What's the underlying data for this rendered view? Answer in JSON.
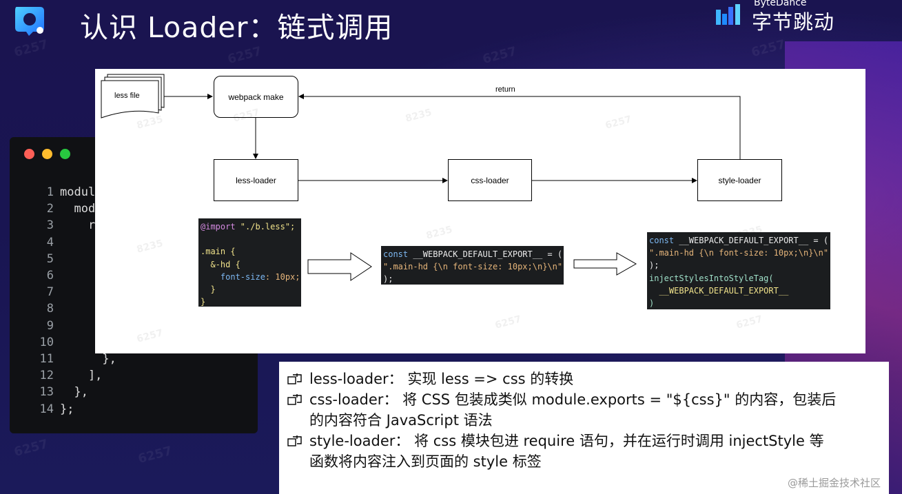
{
  "slide": {
    "title": "认识 Loader：链式调用",
    "brand_en": "ByteDance",
    "brand_cn": "字节跳动",
    "watermark": "@稀土掘金技术社区",
    "bg_watermarks": [
      "6257",
      "8235"
    ]
  },
  "editor": {
    "lines": [
      {
        "num": "1",
        "text": "module"
      },
      {
        "num": "2",
        "text": "  modu"
      },
      {
        "num": "3",
        "text": "    ru"
      },
      {
        "num": "4",
        "text": ""
      },
      {
        "num": "5",
        "text": ""
      },
      {
        "num": "6",
        "text": ""
      },
      {
        "num": "7",
        "text": ""
      },
      {
        "num": "8",
        "text": ""
      },
      {
        "num": "9",
        "text": ""
      },
      {
        "num": "10",
        "text": ""
      },
      {
        "num": "11",
        "text": "      },"
      },
      {
        "num": "12",
        "text": "    ],"
      },
      {
        "num": "13",
        "text": "  },"
      },
      {
        "num": "14",
        "text": "};"
      }
    ]
  },
  "diagram": {
    "less_file": "less file",
    "webpack_make": "webpack make",
    "return_label": "return",
    "less_loader": "less-loader",
    "css_loader": "css-loader",
    "style_loader": "style-loader",
    "snippet1": {
      "l1a": "@import",
      "l1b": " \"./b.less\";",
      "l3": ".main {",
      "l4": "  &-hd {",
      "l5a": "    font-size",
      "l5b": ": 10px;",
      "l6": "  }",
      "l7": "}"
    },
    "snippet2": {
      "l1a": "const",
      "l1b": " __WEBPACK_DEFAULT_EXPORT__ = (",
      "l2": "\".main-hd {\\n font-size: 10px;\\n}\\n\"",
      "l3": ");"
    },
    "snippet3": {
      "l1a": "const",
      "l1b": " __WEBPACK_DEFAULT_EXPORT__ = (",
      "l2": "\".main-hd {\\n font-size: 10px;\\n}\\n\"",
      "l3": ");",
      "l4": "injectStylesIntoStyleTag(",
      "l5": "  __WEBPACK_DEFAULT_EXPORT__",
      "l6": ")"
    }
  },
  "notes": [
    {
      "l1": "less-loader： 实现 less => css 的转换",
      "l2": ""
    },
    {
      "l1": "css-loader： 将 CSS 包装成类似 module.exports = \"${css}\" 的内容，包装后",
      "l2": "的内容符合 JavaScript 语法"
    },
    {
      "l1": "style-loader：  将 css 模块包进 require 语句，并在运行时调用 injectStyle 等",
      "l2": "函数将内容注入到页面的 style 标签"
    }
  ],
  "colors": {
    "bg": "#1a1450",
    "accent": "#b7339d",
    "dot_red": "#fe5f57",
    "dot_yellow": "#febc2e",
    "dot_green": "#28c840"
  }
}
